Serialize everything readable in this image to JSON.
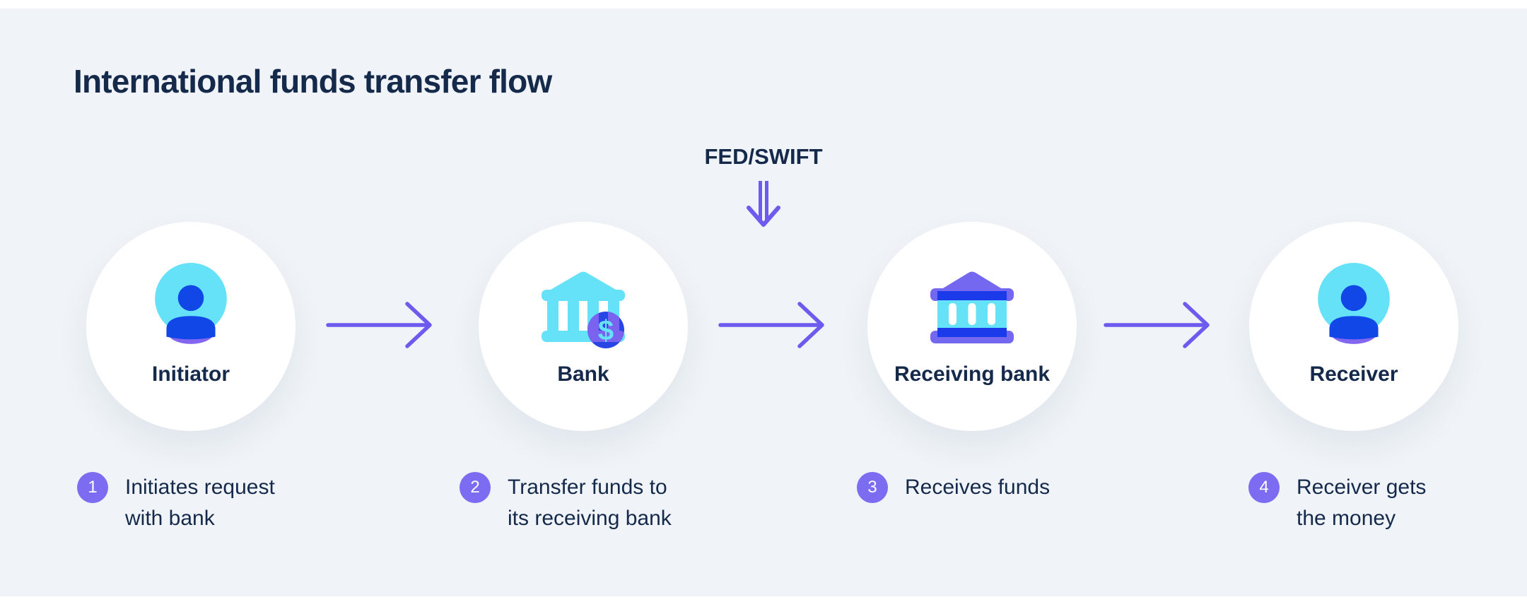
{
  "title": "International funds transfer flow",
  "network_label": "FED/SWIFT",
  "coin_symbol": "$",
  "nodes": [
    {
      "id": "initiator",
      "label": "Initiator",
      "icon": "person-icon"
    },
    {
      "id": "bank",
      "label": "Bank",
      "icon": "bank-dollar-icon"
    },
    {
      "id": "receiving-bank",
      "label": "Receiving bank",
      "icon": "bank-icon"
    },
    {
      "id": "receiver",
      "label": "Receiver",
      "icon": "person-icon"
    }
  ],
  "steps": [
    {
      "number": "1",
      "text_lines": [
        "Initiates request",
        "with bank"
      ]
    },
    {
      "number": "2",
      "text_lines": [
        "Transfer funds to",
        "its receiving bank"
      ]
    },
    {
      "number": "3",
      "text_lines": [
        "Receives funds"
      ]
    },
    {
      "number": "4",
      "text_lines": [
        "Receiver gets",
        "the money"
      ]
    }
  ],
  "colors": {
    "background": "#F0F4F8",
    "edge_strip": "#FFFFFF",
    "navy_text": "#15294B",
    "arrow_purple": "#6C5BEE",
    "badge_purple": "#7B6CF2",
    "roof_purple": "#7468F0",
    "crescent_purple": "#8266F0",
    "cyan": "#66E2F8",
    "avatar_blue": "#1147E6",
    "bar_blue": "#1B3AE9",
    "coin_blue": "#2746E4",
    "node_fill": "#FFFFFF"
  }
}
